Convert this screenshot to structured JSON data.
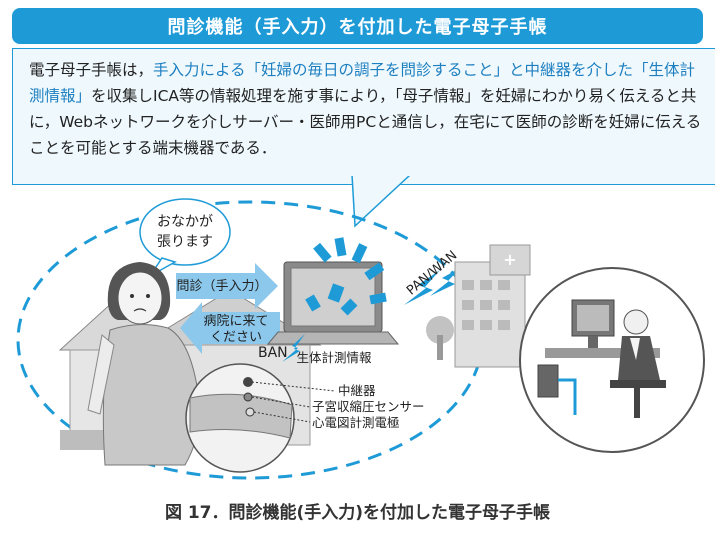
{
  "title": "問診機能（手入力）を付加した電子母子手帳",
  "description": {
    "seg1": "電子母子手帳は，",
    "seg2": "手入力による「妊婦の毎日の調子を問診すること」と中継器を介した「生体計測情報」",
    "seg3": "を収集しICA等の情報処理を施す事により，「母子情報」を妊婦にわかり易く伝えると共に，Webネットワークを介しサーバー・医師用PCと通信し，在宅にて医師の診断を妊婦に伝えることを可能とする端末機器である．"
  },
  "speech_bubble": {
    "line1": "おなかが",
    "line2": "張ります"
  },
  "arrow_inquiry": "問診（手入力）",
  "arrow_hospital": {
    "line1": "病院に来て",
    "line2": "ください"
  },
  "ban_label": "BAN",
  "pan_wan_label": "PAN/WAN",
  "device_label": "生体計測情報",
  "sensor_labels": {
    "relay": "中継器",
    "uterine": "子宮収縮圧センサー",
    "ecg": "心電図計測電極"
  },
  "caption": "図 17．問診機能(手入力)を付加した電子母子手帳",
  "colors": {
    "accent": "#1e9bd7",
    "box_fill": "#eef8fd",
    "arrow": "#8cc8ec"
  }
}
